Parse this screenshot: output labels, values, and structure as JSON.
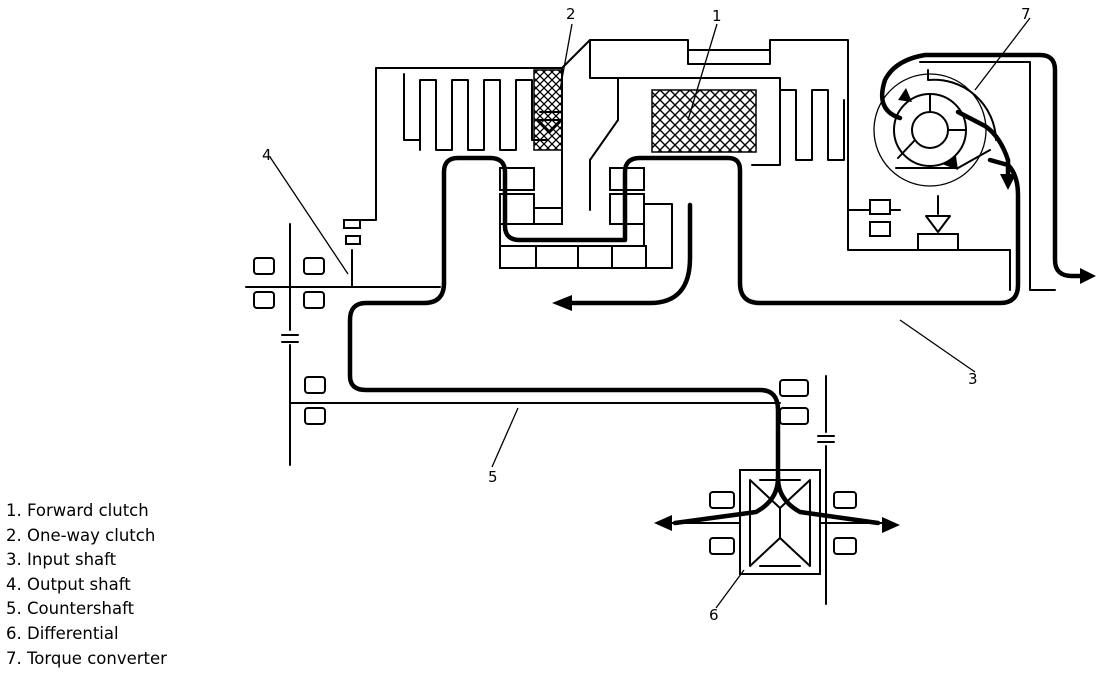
{
  "callouts": [
    {
      "number": "1"
    },
    {
      "number": "2"
    },
    {
      "number": "3"
    },
    {
      "number": "4"
    },
    {
      "number": "5"
    },
    {
      "number": "6"
    },
    {
      "number": "7"
    }
  ],
  "legend": [
    {
      "number": "1.",
      "label": "Forward clutch"
    },
    {
      "number": "2.",
      "label": "One-way clutch"
    },
    {
      "number": "3.",
      "label": "Input shaft"
    },
    {
      "number": "4.",
      "label": "Output shaft"
    },
    {
      "number": "5.",
      "label": "Countershaft"
    },
    {
      "number": "6.",
      "label": "Differential"
    },
    {
      "number": "7.",
      "label": "Torque converter"
    }
  ]
}
